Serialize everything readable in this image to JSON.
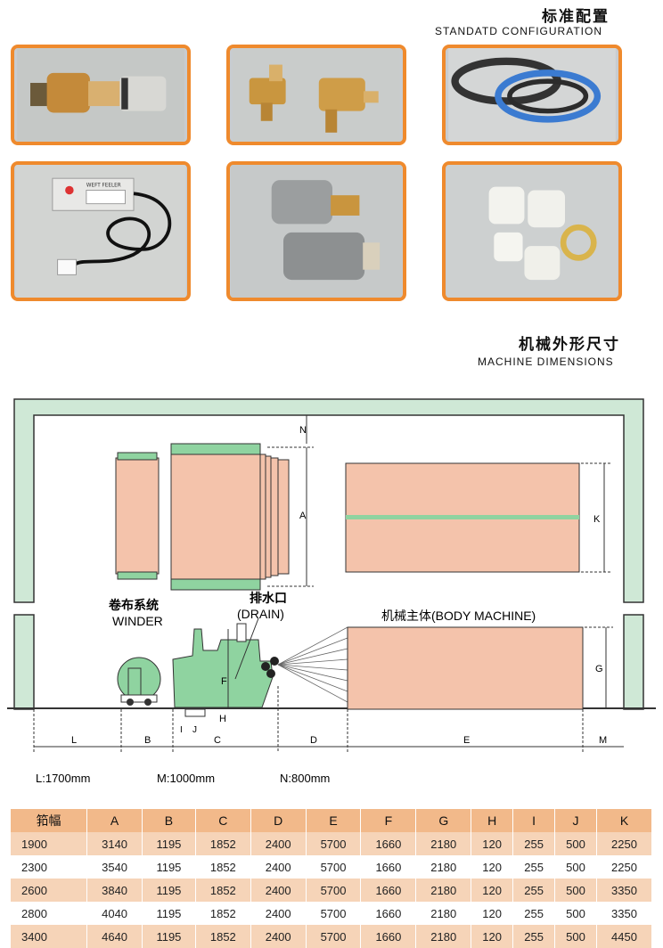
{
  "standard": {
    "title_cn": "标准配置",
    "title_en": "STANDATD CONFIGURATION"
  },
  "machine": {
    "title_cn": "机械外形尺寸",
    "title_en": "MACHINE DIMENSIONS"
  },
  "photos": [
    {
      "icon": "brass-valve-icon"
    },
    {
      "icon": "brass-fittings-icon"
    },
    {
      "icon": "belts-icon"
    },
    {
      "icon": "weft-feeler-sensor-icon"
    },
    {
      "icon": "metal-nozzles-icon"
    },
    {
      "icon": "plastic-bushings-icon"
    }
  ],
  "sensor_label": "WEFT FEELER",
  "diagram": {
    "winder_cn": "卷布系统",
    "winder_en": "WINDER",
    "drain_cn": "排水口",
    "drain_en": "(DRAIN)",
    "body_label": "机械主体(BODY MACHINE)",
    "dim_letters": {
      "A": "A",
      "K": "K",
      "N": "N",
      "G": "G",
      "F": "F",
      "H": "H",
      "I": "I",
      "J": "J",
      "C": "C",
      "L": "L",
      "B": "B",
      "D": "D",
      "E": "E",
      "M": "M"
    },
    "notes": {
      "l": "L:1700mm",
      "m": "M:1000mm",
      "n": "N:800mm"
    }
  },
  "colors": {
    "accent_orange": "#ef8a2d",
    "machine_salmon": "#f4c3ab",
    "machine_green": "#8fd3a0",
    "wall_green": "#cfe8d6",
    "table_header": "#f2b98a",
    "table_stripe": "#f6d4b8"
  },
  "table": {
    "headers": [
      "筘幅",
      "A",
      "B",
      "C",
      "D",
      "E",
      "F",
      "G",
      "H",
      "I",
      "J",
      "K"
    ],
    "rows": [
      [
        "1900",
        "3140",
        "1195",
        "1852",
        "2400",
        "5700",
        "1660",
        "2180",
        "120",
        "255",
        "500",
        "2250"
      ],
      [
        "2300",
        "3540",
        "1195",
        "1852",
        "2400",
        "5700",
        "1660",
        "2180",
        "120",
        "255",
        "500",
        "2250"
      ],
      [
        "2600",
        "3840",
        "1195",
        "1852",
        "2400",
        "5700",
        "1660",
        "2180",
        "120",
        "255",
        "500",
        "3350"
      ],
      [
        "2800",
        "4040",
        "1195",
        "1852",
        "2400",
        "5700",
        "1660",
        "2180",
        "120",
        "255",
        "500",
        "3350"
      ],
      [
        "3400",
        "4640",
        "1195",
        "1852",
        "2400",
        "5700",
        "1660",
        "2180",
        "120",
        "255",
        "500",
        "4450"
      ]
    ]
  }
}
